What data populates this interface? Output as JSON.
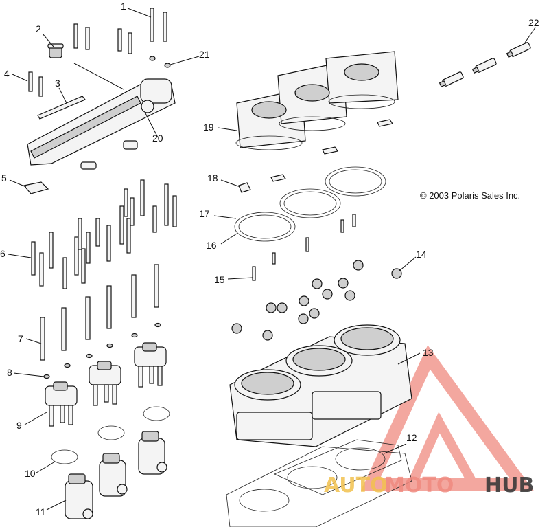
{
  "copyright": "© 2003 Polaris Sales Inc.",
  "watermark": {
    "brand_part1": "AUTO",
    "brand_part2": "MOTO",
    "brand_part3": "HUB",
    "color_accent": "#f08a80",
    "color_yellow": "#f2c14e",
    "color_dark": "#3a3a3a"
  },
  "callouts": {
    "c1": "1",
    "c2": "2",
    "c3": "3",
    "c4": "4",
    "c5": "5",
    "c6": "6",
    "c7": "7",
    "c8": "8",
    "c9": "9",
    "c10": "10",
    "c11": "11",
    "c12": "12",
    "c13": "13",
    "c14": "14",
    "c15": "15",
    "c16": "16",
    "c17": "17",
    "c18": "18",
    "c19": "19",
    "c20": "20",
    "c21": "21",
    "c22": "22"
  }
}
